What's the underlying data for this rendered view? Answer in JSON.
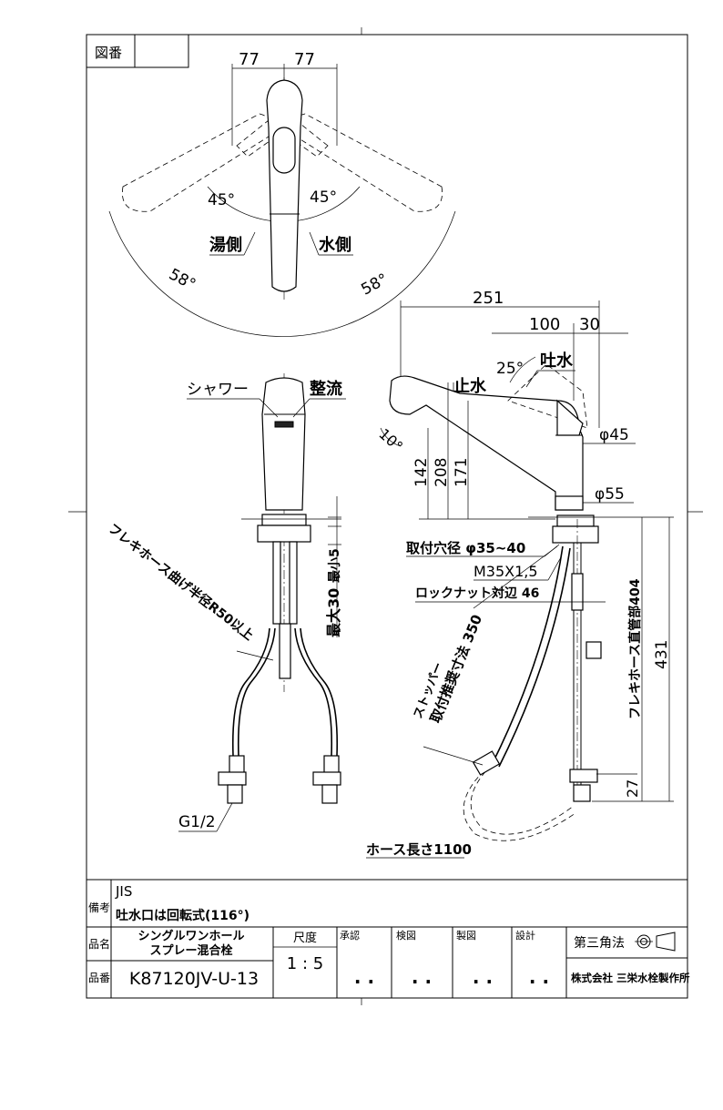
{
  "drawing_no_label": "図番",
  "dims": {
    "top_left_77": "77",
    "top_right_77": "77",
    "angle_hot_45": "45°",
    "angle_cold_45": "45°",
    "angle_left_58": "58°",
    "angle_right_58": "58°",
    "total_251": "251",
    "d_100": "100",
    "d_30": "30",
    "angle_25": "25°",
    "angle_10": "10°",
    "h_142": "142",
    "h_208": "208",
    "h_171": "171",
    "dia_45": "φ45",
    "dia_55": "φ55",
    "mount_hole": "取付穴径 φ35~40",
    "thread": "M35X1,5",
    "locknut": "ロックナット対辺 46",
    "max30": "最大30",
    "min5": "最小5",
    "hose_bend": "フレキホース曲げ半径R50以上",
    "stopper": "ストッパー",
    "stopper_dim": "取付推奨寸法 350",
    "flex_len": "フレキホース直管部404",
    "d_431": "431",
    "d_27": "27",
    "g12": "G1/2",
    "hose_length": "ホース長さ1100"
  },
  "labels": {
    "hot_side": "湯側",
    "cold_side": "水側",
    "shower": "シャワー",
    "straight": "整流",
    "spout_water": "吐水",
    "stop_water": "止水"
  },
  "title_block": {
    "remarks_label": "備考",
    "remarks_line1": "JIS",
    "remarks_line2": "吐水口は回転式(116°)",
    "name_label": "品名",
    "name_line1": "シングルワンホール",
    "name_line2": "スプレー混合栓",
    "number_label": "品番",
    "part_number": "K87120JV-U-13",
    "scale_label": "尺度",
    "scale_value": "1 : 5",
    "approve_label": "承認",
    "check_label": "検図",
    "draw_label": "製図",
    "design_label": "設計",
    "approve_value": ". .",
    "check_value": ". .",
    "draw_value": ". .",
    "design_value": ". .",
    "projection_label": "第三角法",
    "company": "株式会社 三栄水栓製作所"
  }
}
